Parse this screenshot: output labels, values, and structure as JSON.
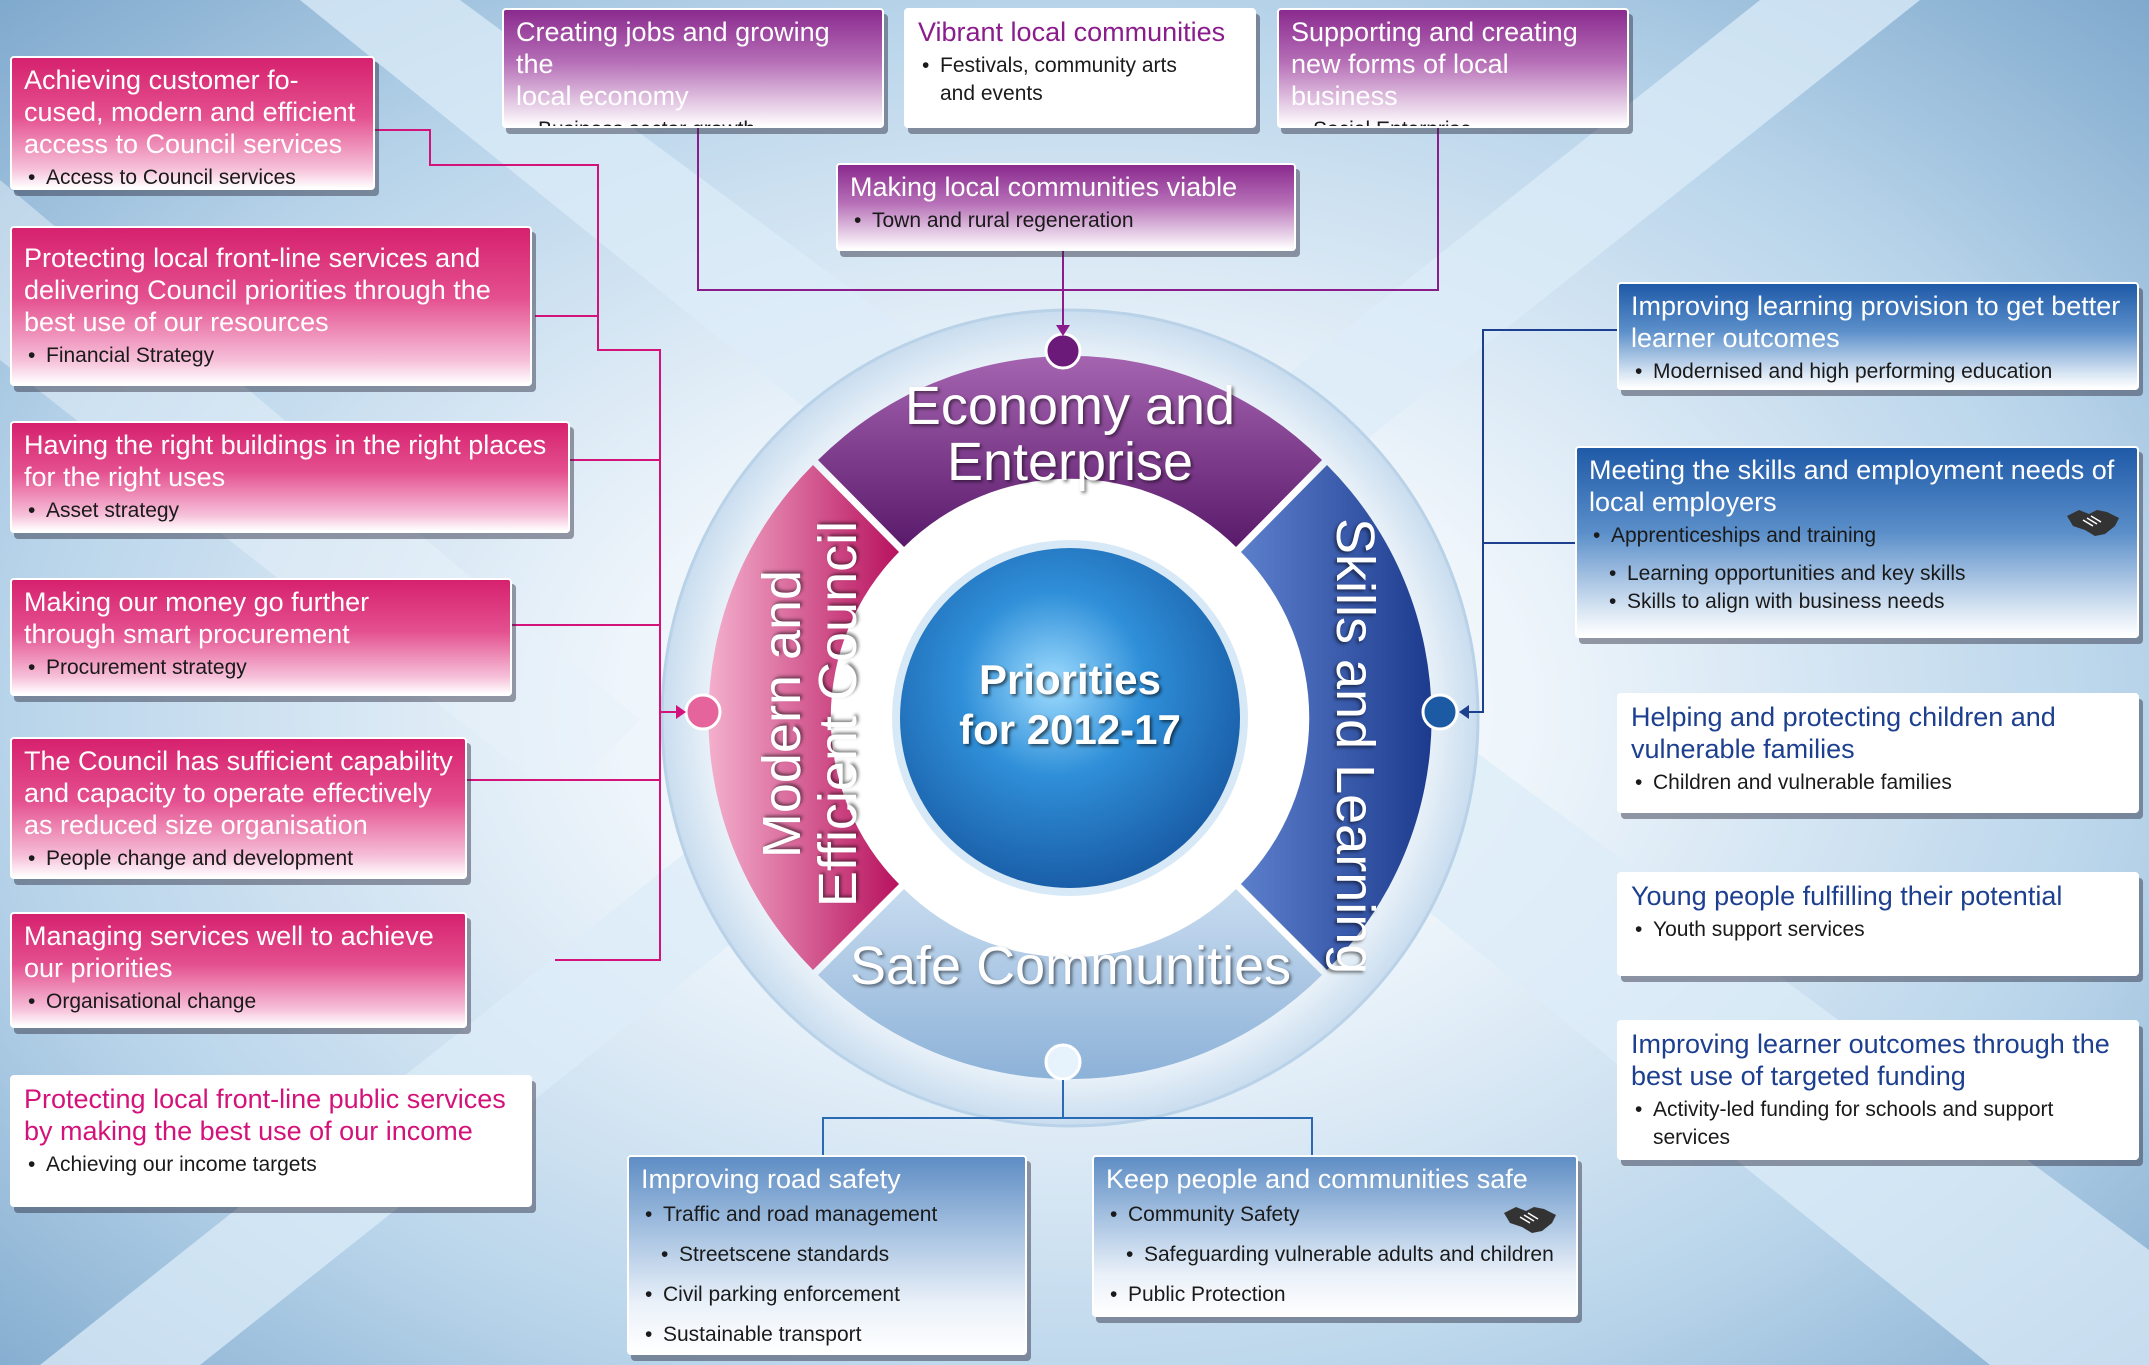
{
  "center": {
    "line1": "Priorities",
    "line2": "for 2012-17"
  },
  "segments": {
    "top": {
      "line1": "Economy and",
      "line2": "Enterprise"
    },
    "right": "Skills and Learning",
    "bottom": "Safe Communities",
    "left": {
      "line1": "Modern and",
      "line2": "Efficient Council"
    }
  },
  "colors": {
    "magenta": "#d6216e",
    "purple": "#8a2a8e",
    "blue": "#1f5aa8",
    "light_blue": "#7fa9cd"
  },
  "left_boxes": [
    {
      "title": "Achieving customer fo-\ncused, modern and efficient\naccess to Council services",
      "items": [
        "Access to Council services"
      ]
    },
    {
      "title": "Protecting local front-line services and\ndelivering Council priorities through the\nbest use of our resources",
      "items": [
        "Financial Strategy"
      ]
    },
    {
      "title": "Having the right buildings in the right places\nfor the right uses",
      "items": [
        "Asset strategy"
      ]
    },
    {
      "title": "Making our money go further\nthrough smart procurement",
      "items": [
        "Procurement strategy"
      ]
    },
    {
      "title": "The Council has sufficient capability\nand capacity to operate effectively\nas reduced size organisation",
      "items": [
        "People change and development"
      ]
    },
    {
      "title": "Managing services well to achieve\nour priorities",
      "items": [
        "Organisational change"
      ]
    },
    {
      "title": "Protecting local front-line public services\nby making the best use of our income",
      "items": [
        "Achieving our income targets"
      ]
    }
  ],
  "top_boxes": [
    {
      "title": "Creating jobs and growing the\nlocal economy",
      "items": [
        "Business sector growth"
      ]
    },
    {
      "title": "Vibrant local communities",
      "items": [
        "Festivals, community arts\nand events"
      ]
    },
    {
      "title": "Supporting and creating\nnew forms of local business",
      "items": [
        "Social Enterprise"
      ]
    },
    {
      "title": "Making local communities viable",
      "items": [
        "Town and rural regeneration"
      ]
    }
  ],
  "right_boxes": [
    {
      "title": "Improving learning provision to get better\nlearner outcomes",
      "items": [
        "Modernised and high performing education"
      ]
    },
    {
      "title": "Meeting the skills and employment needs of\nlocal employers",
      "items": [
        "Apprenticeships and training",
        "Learning opportunities and key skills",
        "Skills to align with business needs"
      ],
      "icon": "handshake-icon"
    },
    {
      "title": "Helping and protecting children and\nvulnerable families",
      "items": [
        "Children and vulnerable families"
      ]
    },
    {
      "title": "Young people fulfilling their potential",
      "items": [
        "Youth support services"
      ]
    },
    {
      "title": "Improving learner outcomes through the\nbest use of targeted funding",
      "items": [
        "Activity-led funding for schools and support\nservices"
      ]
    }
  ],
  "bottom_boxes": [
    {
      "title": "Improving road safety",
      "items": [
        "Traffic and road management",
        "Streetscene standards",
        "Civil parking enforcement",
        "Sustainable transport"
      ]
    },
    {
      "title": "Keep people and communities safe",
      "items": [
        "Community Safety",
        "Safeguarding vulnerable adults and children",
        "Public Protection"
      ],
      "icon": "handshake-icon"
    }
  ]
}
